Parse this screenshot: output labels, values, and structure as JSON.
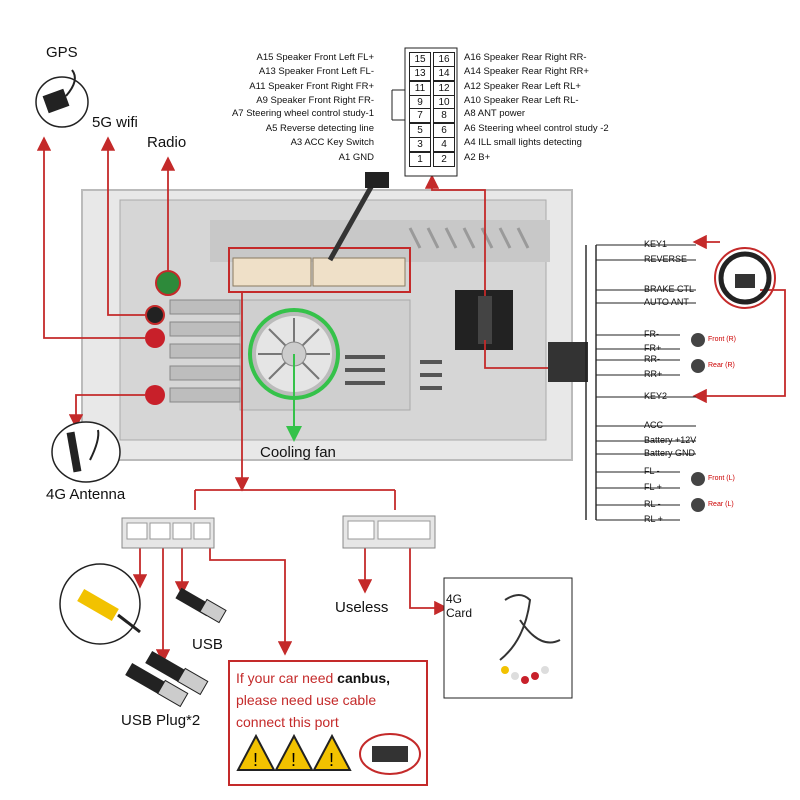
{
  "pins_left": [
    {
      "code": "A15",
      "label": "Speaker Front Left FL+",
      "num": "15"
    },
    {
      "code": "A13",
      "label": "Speaker Front Left FL-",
      "num": "13"
    },
    {
      "code": "A11",
      "label": "Speaker Front Right FR+",
      "num": "11"
    },
    {
      "code": "A9",
      "label": "Speaker Front Right FR-",
      "num": "9"
    },
    {
      "code": "A7",
      "label": "Steering wheel control study-1",
      "num": "7"
    },
    {
      "code": "A5",
      "label": "Reverse detecting line",
      "num": "5"
    },
    {
      "code": "A3",
      "label": "ACC Key Switch",
      "num": "3"
    },
    {
      "code": "A1",
      "label": "GND",
      "num": "1"
    }
  ],
  "pins_right": [
    {
      "code": "A16",
      "label": "Speaker Rear Right RR-",
      "num": "16"
    },
    {
      "code": "A14",
      "label": "Speaker Rear Right RR+",
      "num": "14"
    },
    {
      "code": "A12",
      "label": "Speaker Rear Left RL+",
      "num": "12"
    },
    {
      "code": "A10",
      "label": "Speaker Rear Left RL-",
      "num": "10"
    },
    {
      "code": "A8",
      "label": "ANT power",
      "num": "8"
    },
    {
      "code": "A6",
      "label": "Steering wheel control study -2",
      "num": "6"
    },
    {
      "code": "A4",
      "label": "ILL small lights detecting",
      "num": "4"
    },
    {
      "code": "A2",
      "label": "B+",
      "num": "2"
    }
  ],
  "labels": {
    "gps": "GPS",
    "wifi": "5G wifi",
    "radio": "Radio",
    "antenna": "4G Antenna",
    "cooling": "Cooling fan",
    "useless": "Useless",
    "card": "4G\nCard",
    "usb": "USB",
    "usb_plug": "USB Plug*2"
  },
  "harness": [
    "KEY1",
    "REVERSE",
    "BRAKE CTL",
    "AUTO ANT",
    "FR-",
    "FR+",
    "RR-",
    "RR+",
    "KEY2",
    "ACC",
    "Battery +12V",
    "Battery GND",
    "FL -",
    "FL +",
    "RL -",
    "RL +"
  ],
  "speakers": {
    "front_r": "Front (R)",
    "rear_r": "Rear (R)",
    "front_l": "Front (L)",
    "rear_l": "Rear (L)"
  },
  "canbus": {
    "line1": "If your car need ",
    "line1_bold": "canbus,",
    "line2": "please need use cable",
    "line3": "connect this port"
  },
  "colors": {
    "arrow": "#c42a2a",
    "fan_ring": "#35c24a",
    "panel": "#d9d9d9"
  }
}
